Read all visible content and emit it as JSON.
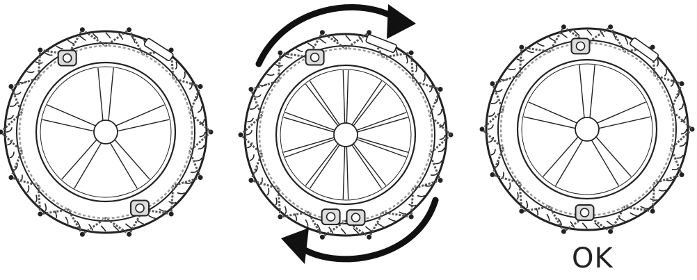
{
  "figure": {
    "caption": "OK",
    "panels": [
      {
        "id": "wheel-1",
        "spokes": 5,
        "rotation_arrows": false
      },
      {
        "id": "wheel-2",
        "spokes": 10,
        "rotation_arrows": true
      },
      {
        "id": "wheel-3",
        "spokes": 5,
        "rotation_arrows": false
      }
    ],
    "colors": {
      "ink": "#222222",
      "chain": "#555555",
      "background": "#ffffff"
    }
  }
}
